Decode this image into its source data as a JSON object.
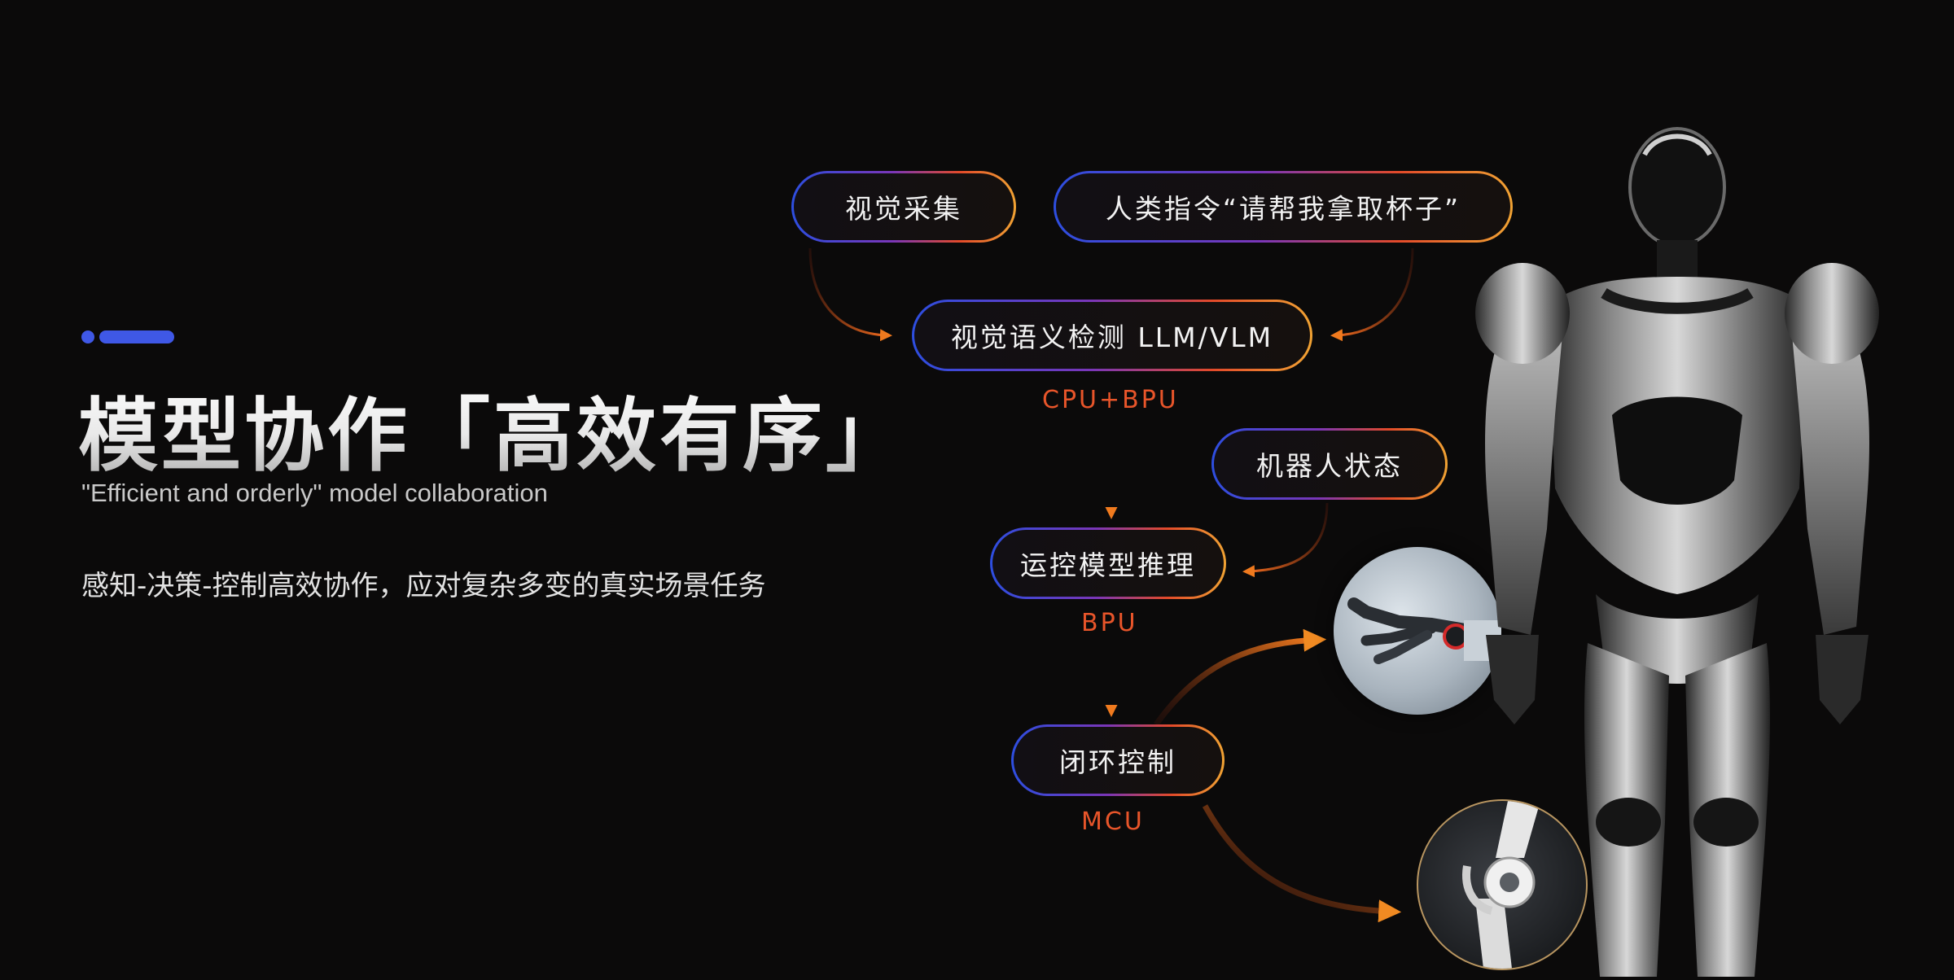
{
  "header": {
    "title": "模型协作「高效有序」",
    "subtitle_en": "\"Efficient and orderly\" model collaboration",
    "description": "感知-决策-控制高效协作，应对复杂多变的真实场景任务"
  },
  "diagram": {
    "nodes": {
      "visual_capture": "视觉采集",
      "human_instruction": "人类指令“请帮我拿取杯子”",
      "semantic_detection": "视觉语义检测 LLM/VLM",
      "robot_state": "机器人状态",
      "motion_inference": "运控模型推理",
      "closed_loop": "闭环控制"
    },
    "processors": {
      "cpu_bpu": "CPU+BPU",
      "bpu": "BPU",
      "mcu": "MCU"
    },
    "edges": [
      {
        "from": "visual_capture",
        "to": "semantic_detection"
      },
      {
        "from": "human_instruction",
        "to": "semantic_detection"
      },
      {
        "from": "semantic_detection",
        "to": "motion_inference"
      },
      {
        "from": "robot_state",
        "to": "motion_inference"
      },
      {
        "from": "motion_inference",
        "to": "closed_loop"
      },
      {
        "from": "closed_loop",
        "to": "robot_hand"
      },
      {
        "from": "closed_loop",
        "to": "robot_knee"
      }
    ]
  },
  "colors": {
    "accent_blue": "#3f58e6",
    "arrow_orange": "#ee6a1e",
    "processor_red": "#e8552a",
    "background": "#0b0a0a"
  }
}
